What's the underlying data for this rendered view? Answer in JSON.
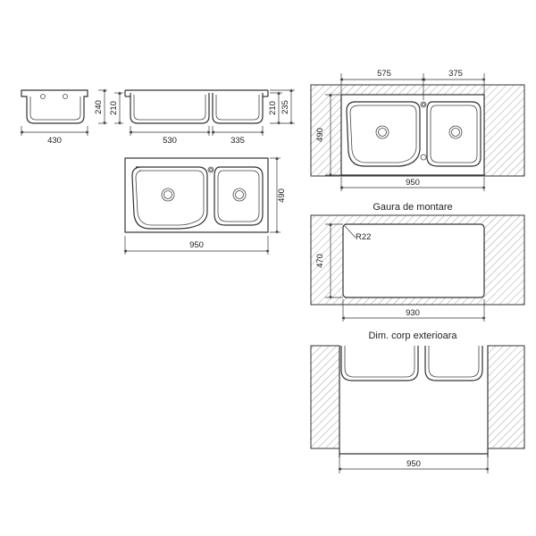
{
  "dimensions": {
    "side_small_width": "430",
    "side_small_depth": "240",
    "side_large_width": "530",
    "side_large_depth": "210",
    "side_right_width": "335",
    "side_right_depth_inner": "210",
    "side_right_depth_outer": "235",
    "top_width": "950",
    "top_depth": "490",
    "counter_left_bowl": "575",
    "counter_right_bowl": "375",
    "counter_depth": "490",
    "counter_width": "950",
    "cutout_depth": "470",
    "cutout_radius": "R22",
    "cutout_width": "930",
    "cabinet_width": "950"
  },
  "captions": {
    "cutout_title": "Gaura de montare",
    "cabinet_title": "Dim. corp exterioara"
  }
}
